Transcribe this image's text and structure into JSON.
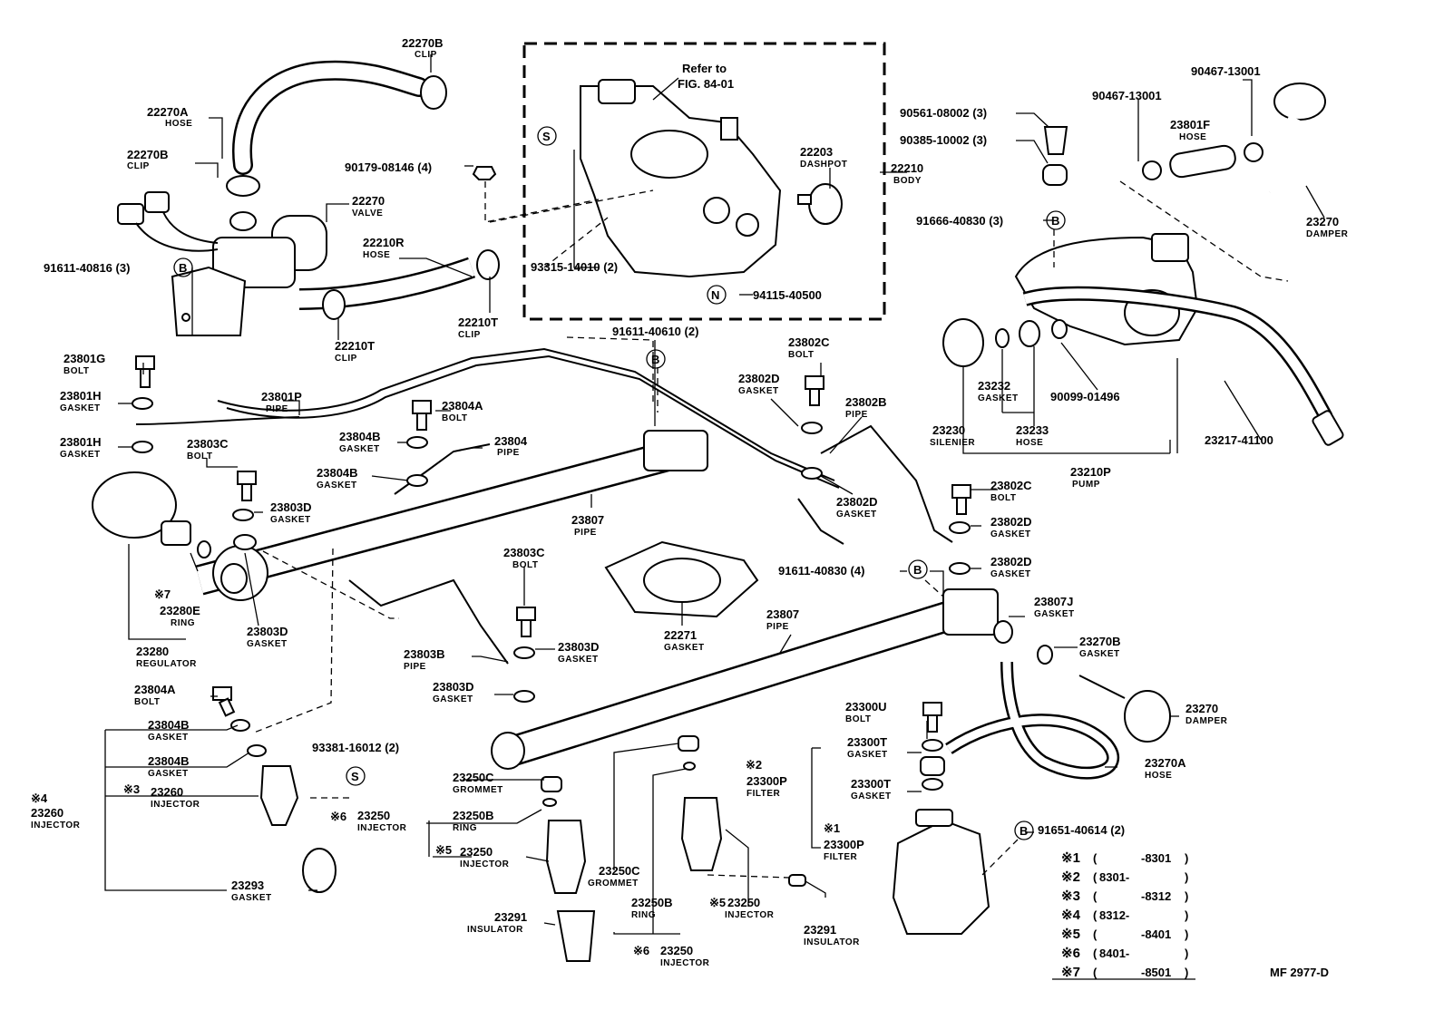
{
  "figure_code": "MF 2977-D",
  "refer_note": {
    "line1": "Refer to",
    "line2": "FIG. 84-01"
  },
  "symbols": {
    "S": "S",
    "B": "B",
    "N": "N"
  },
  "labels": [
    {
      "id": "l1",
      "pn": "22270B",
      "nm": "CLIP"
    },
    {
      "id": "l2",
      "pn": "22270A",
      "nm": "HOSE"
    },
    {
      "id": "l3",
      "pn": "22270B",
      "nm": "CLIP"
    },
    {
      "id": "l4",
      "pn": "22270",
      "nm": "VALVE"
    },
    {
      "id": "l5",
      "pn": "90179-08146 (4)",
      "nm": ""
    },
    {
      "id": "l6",
      "pn": "22210R",
      "nm": "HOSE"
    },
    {
      "id": "l7",
      "pn": "91611-40816 (3)",
      "nm": ""
    },
    {
      "id": "l8",
      "pn": "22210T",
      "nm": "CLIP"
    },
    {
      "id": "l9",
      "pn": "22210T",
      "nm": "CLIP"
    },
    {
      "id": "l10",
      "pn": "22203",
      "nm": "DASHPOT"
    },
    {
      "id": "l11",
      "pn": "22210",
      "nm": "BODY"
    },
    {
      "id": "l12",
      "pn": "93315-14010 (2)",
      "nm": ""
    },
    {
      "id": "l13",
      "pn": "94115-40500",
      "nm": ""
    },
    {
      "id": "l14",
      "pn": "90561-08002 (3)",
      "nm": ""
    },
    {
      "id": "l15",
      "pn": "90385-10002 (3)",
      "nm": ""
    },
    {
      "id": "l16",
      "pn": "91666-40830 (3)",
      "nm": ""
    },
    {
      "id": "l17",
      "pn": "90467-13001",
      "nm": ""
    },
    {
      "id": "l18",
      "pn": "90467-13001",
      "nm": ""
    },
    {
      "id": "l19",
      "pn": "23801F",
      "nm": "HOSE"
    },
    {
      "id": "l20",
      "pn": "23270",
      "nm": "DAMPER"
    },
    {
      "id": "l21",
      "pn": "91611-40610 (2)",
      "nm": ""
    },
    {
      "id": "l22",
      "pn": "23801G",
      "nm": "BOLT"
    },
    {
      "id": "l23",
      "pn": "23801P",
      "nm": "PIPE"
    },
    {
      "id": "l24",
      "pn": "23801H",
      "nm": "GASKET"
    },
    {
      "id": "l25",
      "pn": "23801H",
      "nm": "GASKET"
    },
    {
      "id": "l26",
      "pn": "23804A",
      "nm": "BOLT"
    },
    {
      "id": "l27",
      "pn": "23804B",
      "nm": "GASKET"
    },
    {
      "id": "l28",
      "pn": "23804",
      "nm": "PIPE"
    },
    {
      "id": "l29",
      "pn": "23803C",
      "nm": "BOLT"
    },
    {
      "id": "l30",
      "pn": "23804B",
      "nm": "GASKET"
    },
    {
      "id": "l31",
      "pn": "23803D",
      "nm": "GASKET"
    },
    {
      "id": "l32",
      "pn": "23807",
      "nm": "PIPE"
    },
    {
      "id": "l33",
      "pn": "23802C",
      "nm": "BOLT"
    },
    {
      "id": "l34",
      "pn": "23802D",
      "nm": "GASKET"
    },
    {
      "id": "l35",
      "pn": "23802B",
      "nm": "PIPE"
    },
    {
      "id": "l36",
      "pn": "23802D",
      "nm": "GASKET"
    },
    {
      "id": "l37",
      "pn": "23230",
      "nm": "SILENIER"
    },
    {
      "id": "l38",
      "pn": "23232",
      "nm": "GASKET"
    },
    {
      "id": "l39",
      "pn": "23233",
      "nm": "HOSE"
    },
    {
      "id": "l40",
      "pn": "90099-01496",
      "nm": ""
    },
    {
      "id": "l41",
      "pn": "23217-41100",
      "nm": ""
    },
    {
      "id": "l42",
      "pn": "23210P",
      "nm": "PUMP"
    },
    {
      "id": "l43",
      "pn": "23802C",
      "nm": "BOLT"
    },
    {
      "id": "l44",
      "pn": "23802D",
      "nm": "GASKET"
    },
    {
      "id": "l45",
      "pn": "23802D",
      "nm": "GASKET"
    },
    {
      "id": "l46",
      "pn": "91611-40830 (4)",
      "nm": ""
    },
    {
      "id": "l47",
      "pn": "23280E",
      "nm": "RING"
    },
    {
      "id": "l48",
      "pn": "23280",
      "nm": "REGULATOR"
    },
    {
      "id": "l49",
      "pn": "23803D",
      "nm": "GASKET"
    },
    {
      "id": "l50",
      "pn": "23803C",
      "nm": "BOLT"
    },
    {
      "id": "l51",
      "pn": "22271",
      "nm": "GASKET"
    },
    {
      "id": "l52",
      "pn": "23807",
      "nm": "PIPE"
    },
    {
      "id": "l53",
      "pn": "23807J",
      "nm": "GASKET"
    },
    {
      "id": "l54",
      "pn": "23270B",
      "nm": "GASKET"
    },
    {
      "id": "l55",
      "pn": "23803D",
      "nm": "GASKET"
    },
    {
      "id": "l56",
      "pn": "23803B",
      "nm": "PIPE"
    },
    {
      "id": "l57",
      "pn": "23803D",
      "nm": "GASKET"
    },
    {
      "id": "l58",
      "pn": "23804A",
      "nm": "BOLT"
    },
    {
      "id": "l59",
      "pn": "23270",
      "nm": "DAMPER"
    },
    {
      "id": "l60",
      "pn": "23804B",
      "nm": "GASKET"
    },
    {
      "id": "l61",
      "pn": "23804B",
      "nm": "GASKET"
    },
    {
      "id": "l62",
      "pn": "93381-16012 (2)",
      "nm": ""
    },
    {
      "id": "l63",
      "pn": "23300U",
      "nm": "BOLT"
    },
    {
      "id": "l64",
      "pn": "23300T",
      "nm": "GASKET"
    },
    {
      "id": "l65",
      "pn": "23270A",
      "nm": "HOSE"
    },
    {
      "id": "l66",
      "pn": "23260",
      "nm": "INJECTOR"
    },
    {
      "id": "l67",
      "pn": "23260",
      "nm": "INJECTOR"
    },
    {
      "id": "l68",
      "pn": "23250C",
      "nm": "GROMMET"
    },
    {
      "id": "l69",
      "pn": "23300P",
      "nm": "FILTER"
    },
    {
      "id": "l70",
      "pn": "23300T",
      "nm": "GASKET"
    },
    {
      "id": "l71",
      "pn": "23250",
      "nm": "INJECTOR"
    },
    {
      "id": "l72",
      "pn": "23250B",
      "nm": "RING"
    },
    {
      "id": "l73",
      "pn": "23250",
      "nm": "INJECTOR"
    },
    {
      "id": "l74",
      "pn": "23300P",
      "nm": "FILTER"
    },
    {
      "id": "l75",
      "pn": "91651-40614 (2)",
      "nm": ""
    },
    {
      "id": "l76",
      "pn": "23250C",
      "nm": "GROMMET"
    },
    {
      "id": "l77",
      "pn": "23293",
      "nm": "GASKET"
    },
    {
      "id": "l78",
      "pn": "23291",
      "nm": "INSULATOR"
    },
    {
      "id": "l79",
      "pn": "23250B",
      "nm": "RING"
    },
    {
      "id": "l80",
      "pn": "23250",
      "nm": "INJECTOR"
    },
    {
      "id": "l81",
      "pn": "23291",
      "nm": "INSULATOR"
    },
    {
      "id": "l82",
      "pn": "23250",
      "nm": "INJECTOR"
    }
  ],
  "markers": [
    {
      "id": "m7",
      "text": "※7"
    },
    {
      "id": "m4",
      "text": "※4"
    },
    {
      "id": "m3",
      "text": "※3"
    },
    {
      "id": "m6a",
      "text": "※6"
    },
    {
      "id": "m5a",
      "text": "※5"
    },
    {
      "id": "m2",
      "text": "※2"
    },
    {
      "id": "m1",
      "text": "※1"
    },
    {
      "id": "m5b",
      "text": "※5"
    },
    {
      "id": "m6b",
      "text": "※6"
    }
  ],
  "legend": [
    {
      "mark": "※1",
      "open": "(",
      "from": "",
      "to": "-8301",
      "close": ")"
    },
    {
      "mark": "※2",
      "open": "(",
      "from": "8301-",
      "to": "",
      "close": ")"
    },
    {
      "mark": "※3",
      "open": "(",
      "from": "",
      "to": "-8312",
      "close": ")"
    },
    {
      "mark": "※4",
      "open": "(",
      "from": "8312-",
      "to": "",
      "close": ")"
    },
    {
      "mark": "※5",
      "open": "(",
      "from": "",
      "to": "-8401",
      "close": ")"
    },
    {
      "mark": "※6",
      "open": "(",
      "from": "8401-",
      "to": "",
      "close": ")"
    },
    {
      "mark": "※7",
      "open": "(",
      "from": "",
      "to": "-8501",
      "close": ")"
    }
  ]
}
